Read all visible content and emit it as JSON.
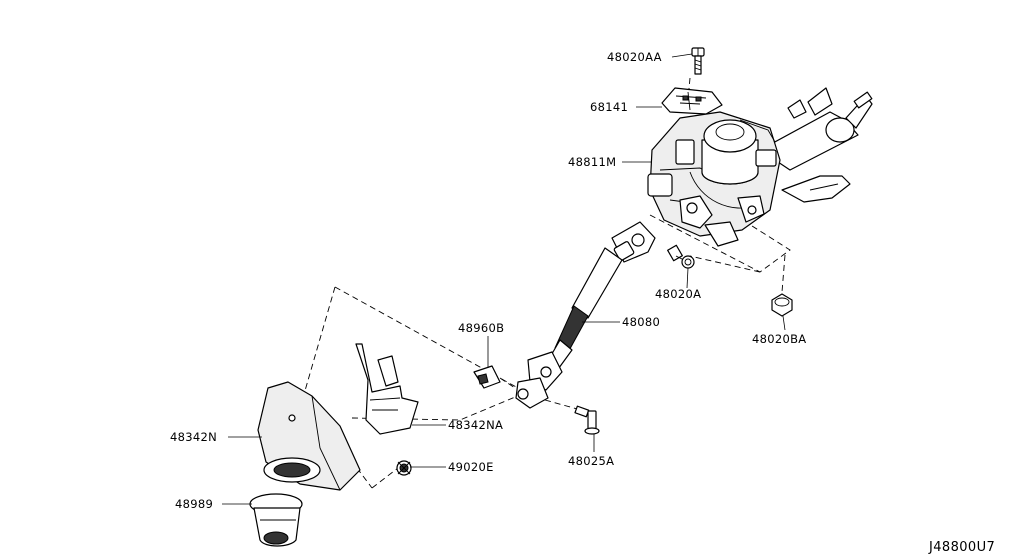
{
  "diagram_code": "J48800U7",
  "labels": {
    "p48020AA": "48020AA",
    "p68141": "68141",
    "p48811M": "48811M",
    "p48020A": "48020A",
    "p48020BA": "48020BA",
    "p48080": "48080",
    "p48960B": "48960B",
    "p48342N": "48342N",
    "p48342NA": "48342NA",
    "p49020E": "49020E",
    "p48025A": "48025A",
    "p48989": "48989"
  }
}
